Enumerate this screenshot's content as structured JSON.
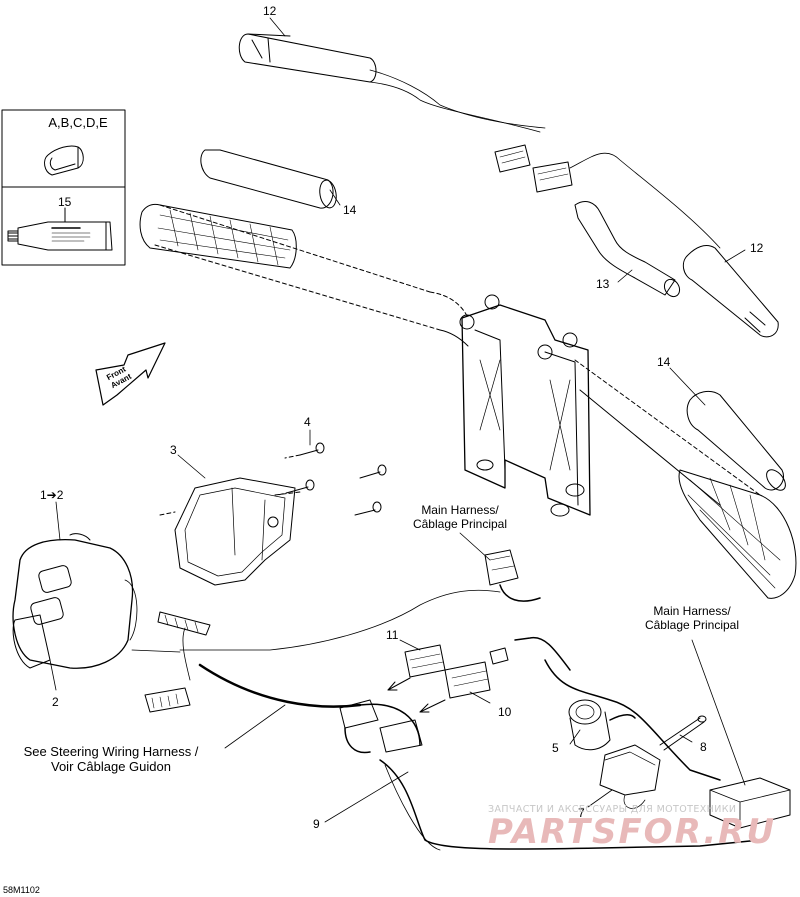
{
  "diagram_id": "58M1102",
  "inset": {
    "kit_label": "A,B,C,D,E",
    "tube_label": "15"
  },
  "front_arrow": {
    "line1": "Front",
    "line2": "Avant"
  },
  "callouts": {
    "c12_top": "12",
    "c12_right": "12",
    "c13": "13",
    "c14_top": "14",
    "c14_right": "14",
    "c3": "3",
    "c4": "4",
    "c1_2": "1➔2",
    "c2": "2",
    "c5": "5",
    "c7": "7",
    "c8": "8",
    "c9": "9",
    "c10": "10",
    "c11": "11"
  },
  "notes": {
    "main_harness_1": {
      "en": "Main Harness/",
      "fr": "Câblage Principal"
    },
    "main_harness_2": {
      "en": "Main Harness/",
      "fr": "Câblage Principal"
    },
    "steering_harness": {
      "en": "See Steering Wiring Harness /",
      "fr": "Voir Câblage Guidon"
    }
  },
  "watermark": {
    "line1": "ЗАПЧАСТИ И АКСЕССУАРЫ ДЛЯ МОТОТЕХНИКИ",
    "logo": "PARTSFOR.RU"
  },
  "colors": {
    "line": "#000000",
    "watermark_red": "#d9a3a3",
    "watermark_grey": "#c7c7c7"
  }
}
